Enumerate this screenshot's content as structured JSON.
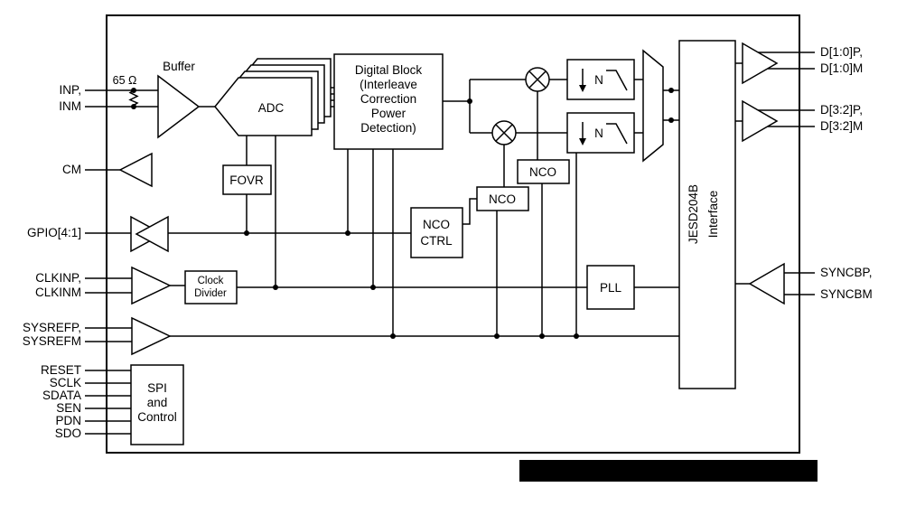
{
  "pins": {
    "left": {
      "inp": "INP,",
      "inm": "INM",
      "cm": "CM",
      "gpio": "GPIO[4:1]",
      "clkinp": "CLKINP,",
      "clkinm": "CLKINM",
      "sysrefp": "SYSREFP,",
      "sysrefm": "SYSREFM",
      "reset": "RESET",
      "sclk": "SCLK",
      "sdata": "SDATA",
      "sen": "SEN",
      "pdn": "PDN",
      "sdo": "SDO"
    },
    "right": {
      "d10p": "D[1:0]P,",
      "d10m": "D[1:0]M",
      "d32p": "D[3:2]P,",
      "d32m": "D[3:2]M",
      "syncbp": "SYNCBP,",
      "syncbm": "SYNCBM"
    }
  },
  "blocks": {
    "buffer": "Buffer",
    "termination": "65 Ω",
    "adc": "ADC",
    "fovr": "FOVR",
    "digital": {
      "l1": "Digital Block",
      "l2": "(Interleave",
      "l3": "Correction",
      "l4": "Power",
      "l5": "Detection)"
    },
    "nco1": "NCO",
    "nco2": "NCO",
    "nco_ctrl": {
      "l1": "NCO",
      "l2": "CTRL"
    },
    "dec1": "N",
    "dec2": "N",
    "clkdiv": {
      "l1": "Clock",
      "l2": "Divider"
    },
    "pll": "PLL",
    "spi": {
      "l1": "SPI",
      "l2": "and",
      "l3": "Control"
    },
    "jesd": {
      "l1": "JESD204B",
      "l2": "Interface"
    }
  },
  "colors": {
    "line": "#000000",
    "background": "#ffffff",
    "redaction": "#000000"
  }
}
